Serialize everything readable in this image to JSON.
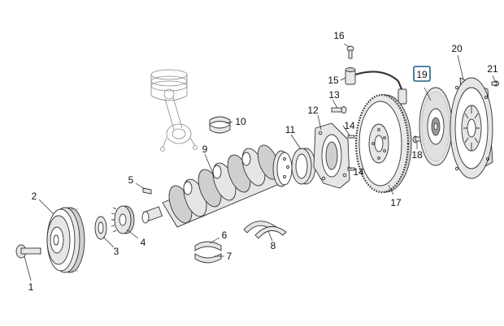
{
  "callouts": [
    {
      "id": "c1",
      "label": "1"
    },
    {
      "id": "c2",
      "label": "2"
    },
    {
      "id": "c3",
      "label": "3"
    },
    {
      "id": "c4",
      "label": "4"
    },
    {
      "id": "c5",
      "label": "5"
    },
    {
      "id": "c6",
      "label": "6"
    },
    {
      "id": "c7",
      "label": "7"
    },
    {
      "id": "c8",
      "label": "8"
    },
    {
      "id": "c9",
      "label": "9"
    },
    {
      "id": "c10",
      "label": "10"
    },
    {
      "id": "c11",
      "label": "11"
    },
    {
      "id": "c12",
      "label": "12"
    },
    {
      "id": "c13",
      "label": "13"
    },
    {
      "id": "c14a",
      "label": "14"
    },
    {
      "id": "c14b",
      "label": "14"
    },
    {
      "id": "c15",
      "label": "15"
    },
    {
      "id": "c16",
      "label": "16"
    },
    {
      "id": "c17",
      "label": "17"
    },
    {
      "id": "c18",
      "label": "18"
    },
    {
      "id": "c19",
      "label": "19"
    },
    {
      "id": "c20",
      "label": "20"
    },
    {
      "id": "c21",
      "label": "21"
    }
  ],
  "highlight_color": "#1d5f86"
}
